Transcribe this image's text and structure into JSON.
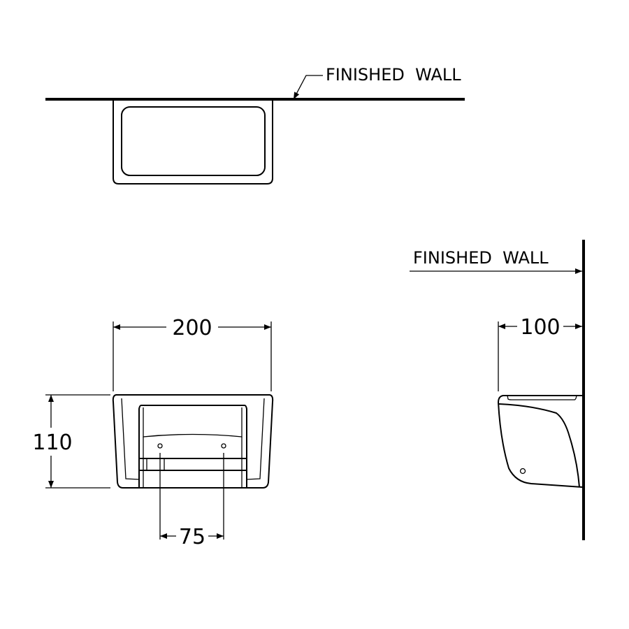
{
  "labels": {
    "top_wall": "FINISHED  WALL",
    "side_wall": "FINISHED  WALL"
  },
  "dimensions": {
    "width": "200",
    "height": "110",
    "hole_spacing": "75",
    "depth": "100"
  }
}
